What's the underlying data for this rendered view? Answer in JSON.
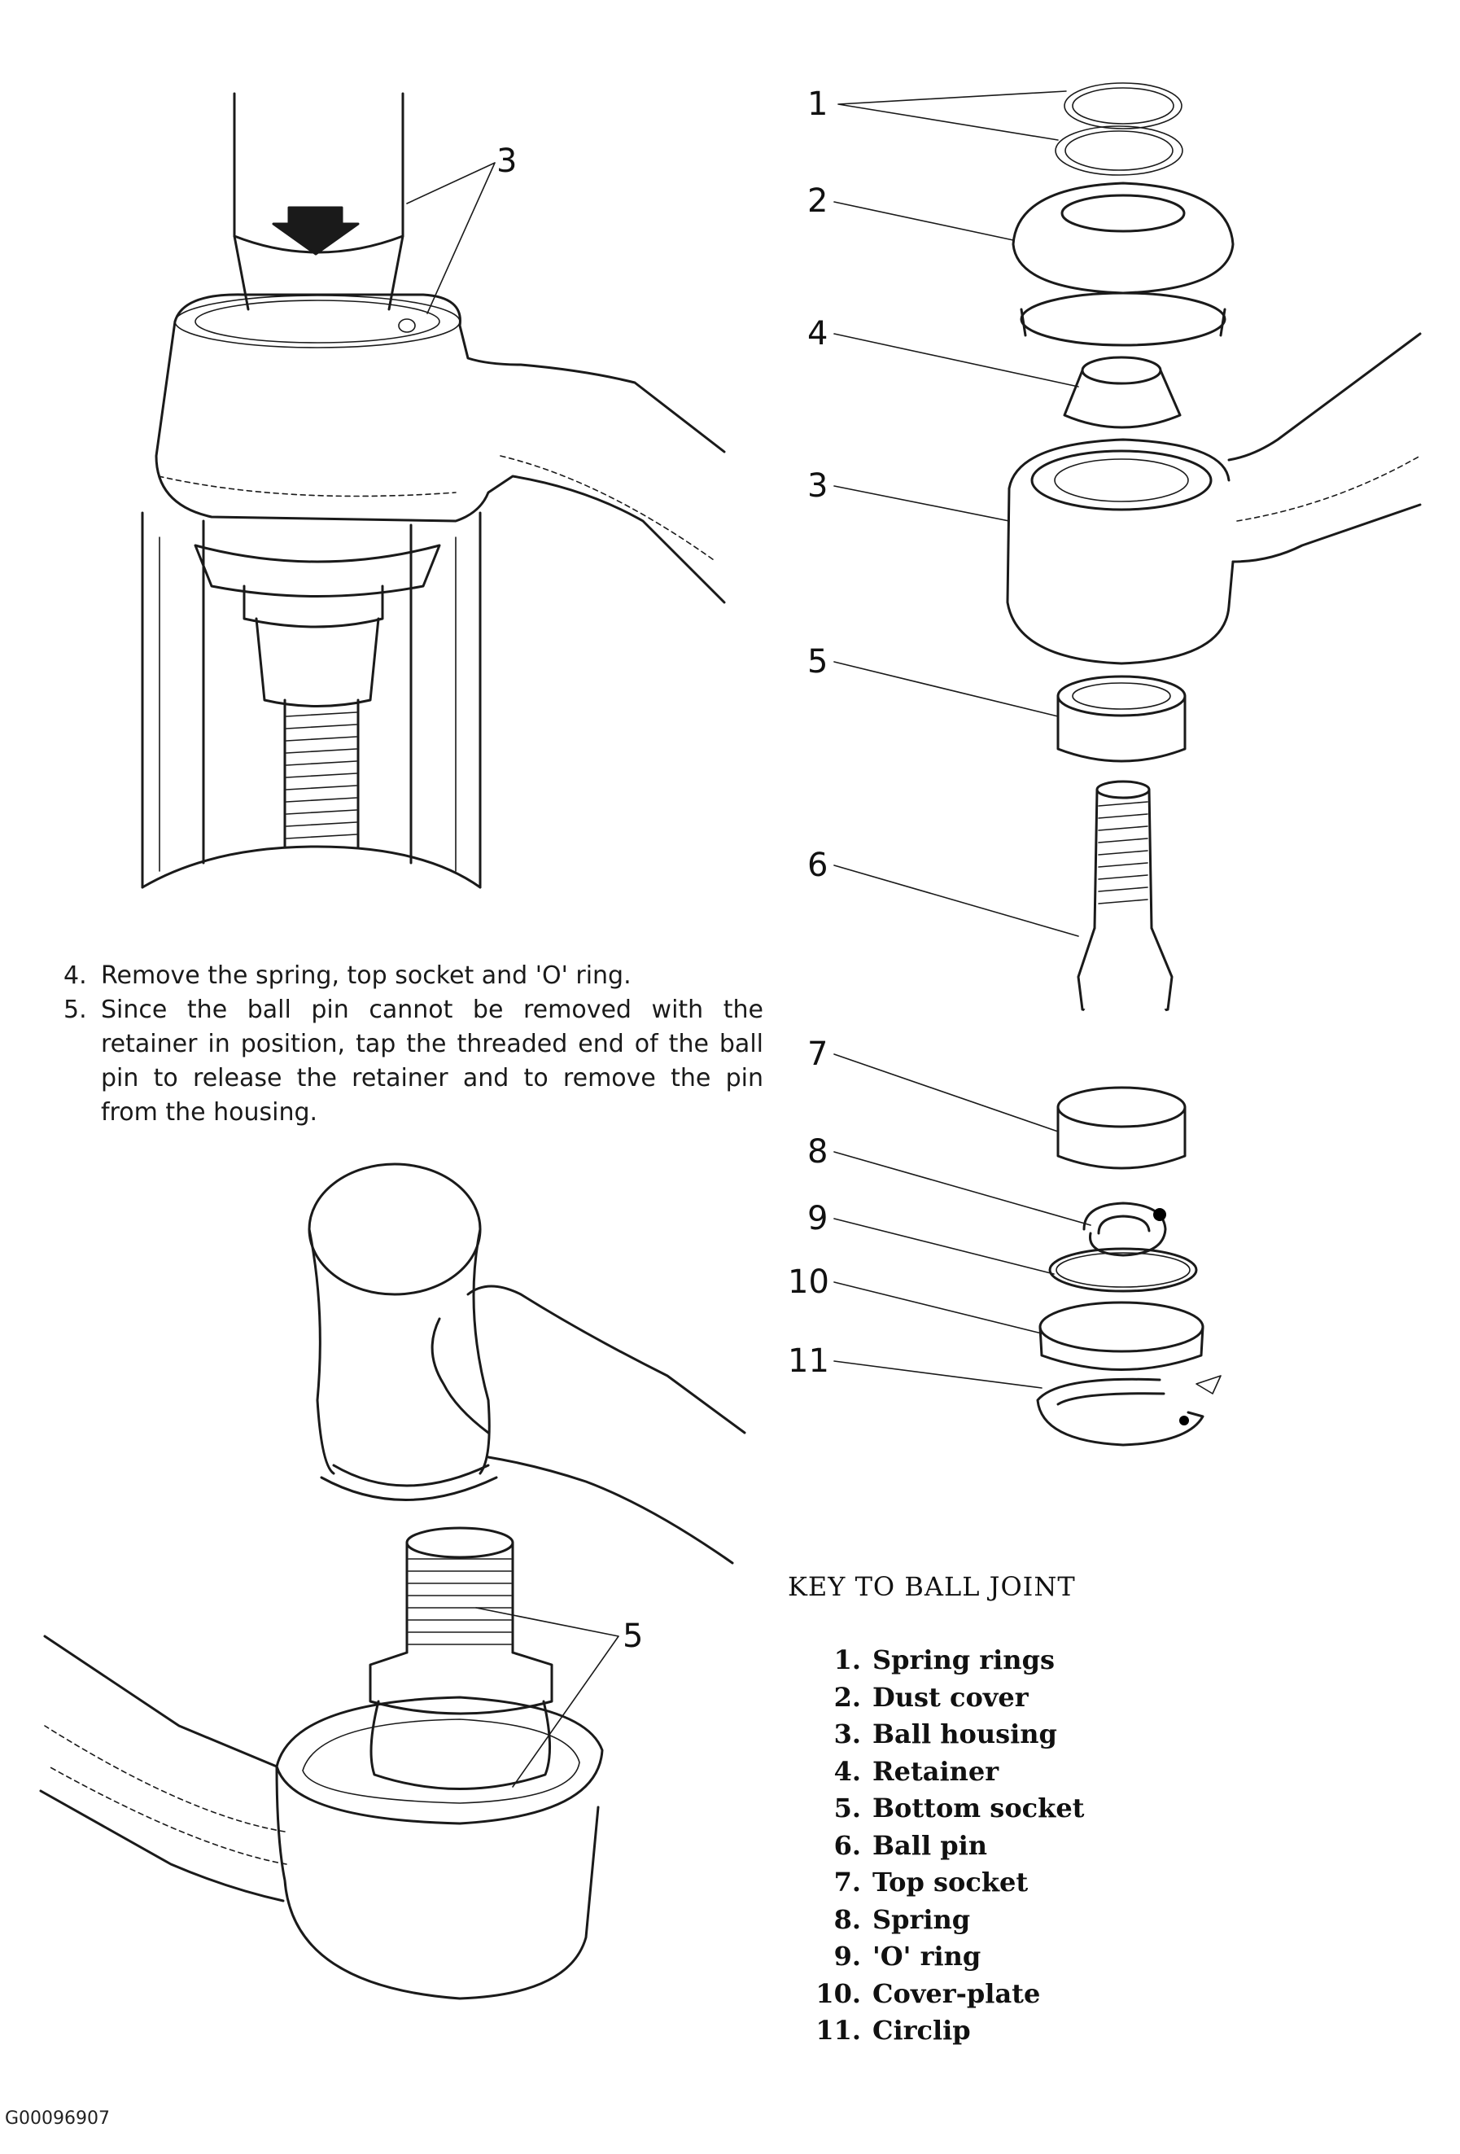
{
  "callouts": {
    "press": [
      "3"
    ],
    "exploded": [
      "1",
      "2",
      "4",
      "3",
      "5",
      "6",
      "7",
      "8",
      "9",
      "10",
      "11"
    ],
    "hammer": [
      "5"
    ]
  },
  "steps": [
    {
      "number": "4.",
      "text": "Remove the spring, top socket and 'O' ring."
    },
    {
      "number": "5.",
      "text": "Since the ball pin cannot be removed with the retainer in position, tap the threaded end of the ball pin to release the retainer and to remove the pin from the housing."
    }
  ],
  "key": {
    "title": "KEY TO BALL JOINT",
    "items": [
      {
        "number": "1.",
        "label": "Spring rings"
      },
      {
        "number": "2.",
        "label": "Dust cover"
      },
      {
        "number": "3.",
        "label": "Ball housing"
      },
      {
        "number": "4.",
        "label": "Retainer"
      },
      {
        "number": "5.",
        "label": "Bottom socket"
      },
      {
        "number": "6.",
        "label": "Ball pin"
      },
      {
        "number": "7.",
        "label": "Top socket"
      },
      {
        "number": "8.",
        "label": "Spring"
      },
      {
        "number": "9.",
        "label": "'O' ring"
      },
      {
        "number": "10.",
        "label": "Cover-plate"
      },
      {
        "number": "11.",
        "label": "Circlip"
      }
    ]
  },
  "figure_id": "G00096907"
}
